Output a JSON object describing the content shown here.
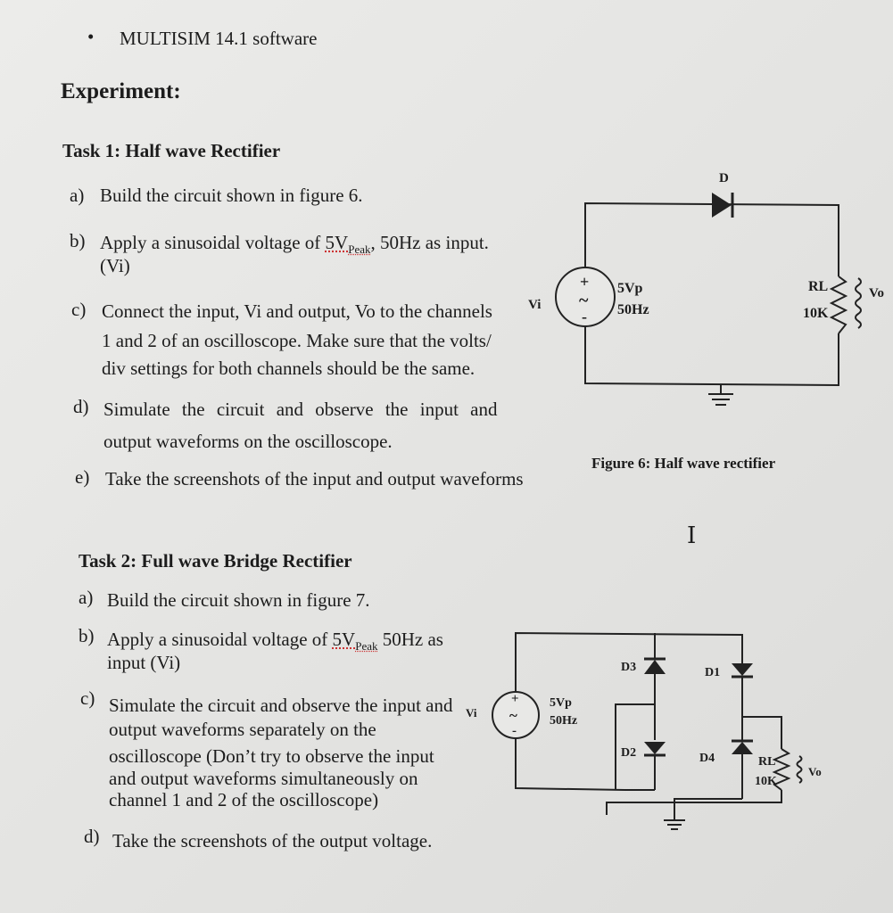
{
  "header": {
    "bullet": "•",
    "software": "MULTISIM 14.1 software"
  },
  "experiment_title": "Experiment:",
  "task1": {
    "title": "Task 1: Half wave Rectifier",
    "items": [
      {
        "label": "a)",
        "lines": [
          "Build the circuit shown in figure 6."
        ]
      },
      {
        "label": "b)",
        "line1_pre": "Apply a sinusoidal voltage of ",
        "line1_u": "5V",
        "line1_sub": "Peak",
        "line1_post": ", 50Hz as input.",
        "line2": "(Vi)"
      },
      {
        "label": "c)",
        "lines": [
          "Connect the input, Vi and output, Vo to the channels",
          "1 and 2 of an oscilloscope. Make sure that the volts/",
          "div settings for both channels should be the same."
        ]
      },
      {
        "label": "d)",
        "lines": [
          "Simulate the circuit and observe the input and",
          "output waveforms on the oscilloscope."
        ]
      },
      {
        "label": "e)",
        "lines": [
          "Take the screenshots of the input and output waveforms"
        ]
      }
    ]
  },
  "figure6": {
    "caption": "Figure 6: Half wave rectifier",
    "diode": "D",
    "source_plus": "+",
    "source_minus": "-",
    "source_tilde": "~",
    "source_v": "5Vp",
    "source_f": "50Hz",
    "vi": "Vi",
    "rl": "RL",
    "rl_val": "10K",
    "vo": "Vo"
  },
  "task2": {
    "title": "Task 2: Full wave Bridge Rectifier",
    "items": [
      {
        "label": "a)",
        "lines": [
          "Build the circuit shown in figure 7."
        ]
      },
      {
        "label": "b)",
        "line1_pre": "Apply a sinusoidal voltage of ",
        "line1_u": "5V",
        "line1_sub": "Peak",
        "line1_post": " 50Hz as",
        "line2": "input (Vi)"
      },
      {
        "label": "c)",
        "lines": [
          "Simulate the circuit and observe the input and",
          "output waveforms separately on the",
          "oscilloscope (Don’t try to observe the input",
          "and output waveforms simultaneously on",
          "channel 1 and 2 of the oscilloscope)"
        ]
      },
      {
        "label": "d)",
        "lines": [
          "Take the screenshots of the output voltage."
        ]
      }
    ]
  },
  "figure7": {
    "d1": "D1",
    "d2": "D2",
    "d3": "D3",
    "d4": "D4",
    "source_plus": "+",
    "source_minus": "-",
    "source_tilde": "~",
    "source_v": "5Vp",
    "source_f": "50Hz",
    "vi": "Vi",
    "rl": "RL",
    "rl_val": "10K",
    "vo": "Vo"
  },
  "cursor_glyph": "I"
}
